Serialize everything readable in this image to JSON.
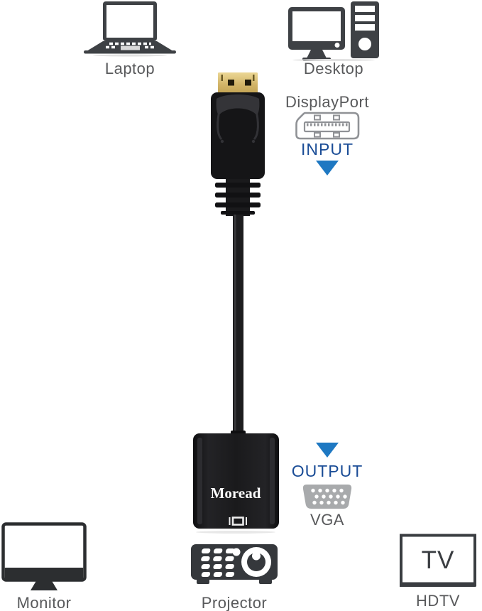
{
  "labels": {
    "laptop": "Laptop",
    "desktop": "Desktop",
    "monitor": "Monitor",
    "projector": "Projector",
    "hdtv": "HDTV"
  },
  "input_section": {
    "port_name": "DisplayPort",
    "direction_label": "INPUT"
  },
  "output_section": {
    "direction_label": "OUTPUT",
    "port_name": "VGA"
  },
  "adapter": {
    "brand": "Moread"
  },
  "tv_icon": {
    "screen_text": "TV"
  },
  "colors": {
    "arrow_blue": "#1e78c2",
    "direction_text_blue": "#1a4c96",
    "label_gray": "#58595b",
    "icon_dark_gray": "#3e4145",
    "vga_connector_gray": "#a8aaac",
    "gold_connector": "#d6ba6d",
    "adapter_black": "#18181a",
    "brand_text_white": "#fcfcfc"
  }
}
